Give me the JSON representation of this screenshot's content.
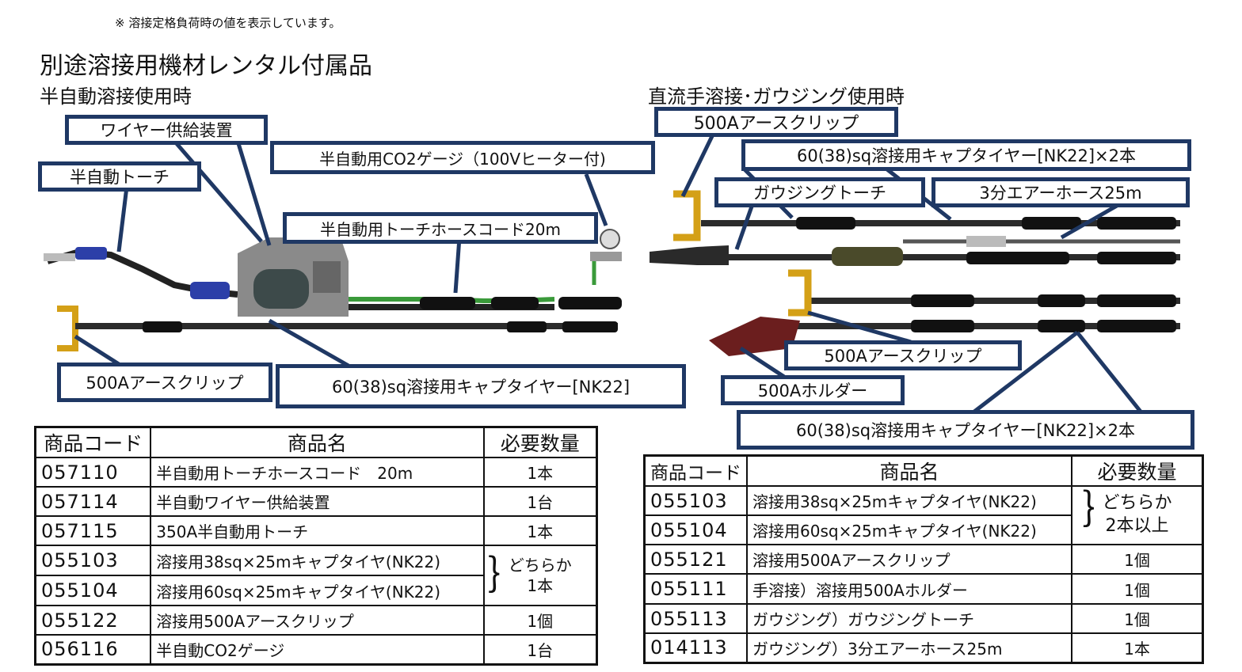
{
  "note": "※ 溶接定格負荷時の値を表示しています。",
  "title": "別途溶接用機材レンタル付属品",
  "left_section": {
    "heading": "半自動溶接使用時",
    "callouts": {
      "wire_feeder": "ワイヤー供給装置",
      "torch": "半自動トーチ",
      "co2_gauge": "半自動用CO2ゲージ（100Vヒーター付)",
      "hose_cord": "半自動用トーチホースコード20m",
      "earth_clip": "500Aアースクリップ",
      "cabtire": "60(38)sq溶接用キャプタイヤー[NK22]"
    },
    "table": {
      "headers": [
        "商品コード",
        "商品名",
        "必要数量"
      ],
      "rows": [
        {
          "code": "057110",
          "name": "半自動用トーチホースコード　20m",
          "qty": "1本"
        },
        {
          "code": "057114",
          "name": "半自動ワイヤー供給装置",
          "qty": "1台"
        },
        {
          "code": "057115",
          "name": "350A半自動用トーチ",
          "qty": "1本"
        },
        {
          "code": "055103",
          "name": "溶接用38sq×25mキャプタイヤ(NK22)",
          "qty": ""
        },
        {
          "code": "055104",
          "name": "溶接用60sq×25mキャプタイヤ(NK22)",
          "qty": ""
        },
        {
          "code": "055122",
          "name": "溶接用500Aアースクリップ",
          "qty": "1個"
        },
        {
          "code": "056116",
          "name": "半自動CO2ゲージ",
          "qty": "1台"
        }
      ],
      "pair_note_line1": "どちらか",
      "pair_note_line2": "1本"
    }
  },
  "right_section": {
    "heading": "直流手溶接･ガウジング使用時",
    "callouts": {
      "earth_clip_top": "500Aアースクリップ",
      "cabtire_top": "60(38)sq溶接用キャプタイヤー[NK22]×2本",
      "gouging_torch": "ガウジングトーチ",
      "air_hose": "3分エアーホース25m",
      "earth_clip_bottom": "500Aアースクリップ",
      "holder": "500Aホルダー",
      "cabtire_bottom": "60(38)sq溶接用キャプタイヤー[NK22]×2本"
    },
    "table": {
      "headers": [
        "商品コード",
        "商品名",
        "必要数量"
      ],
      "rows": [
        {
          "code": "055103",
          "name": "溶接用38sq×25mキャプタイヤ(NK22)",
          "qty": ""
        },
        {
          "code": "055104",
          "name": "溶接用60sq×25mキャプタイヤ(NK22)",
          "qty": ""
        },
        {
          "code": "055121",
          "name": "溶接用500Aアースクリップ",
          "qty": "1個"
        },
        {
          "code": "055111",
          "name": "手溶接）溶接用500Aホルダー",
          "qty": "1個"
        },
        {
          "code": "055113",
          "name": "ガウジング）ガウジングトーチ",
          "qty": "1個"
        },
        {
          "code": "014113",
          "name": "ガウジング）3分エアーホース25m",
          "qty": "1本"
        }
      ],
      "pair_note_line1": "どちらか",
      "pair_note_line2": "2本以上"
    }
  },
  "colors": {
    "callout_border": "#1f3864",
    "cable": "#2b2b2b",
    "brass": "#d4a017",
    "green_hose": "#3a9a3a"
  }
}
